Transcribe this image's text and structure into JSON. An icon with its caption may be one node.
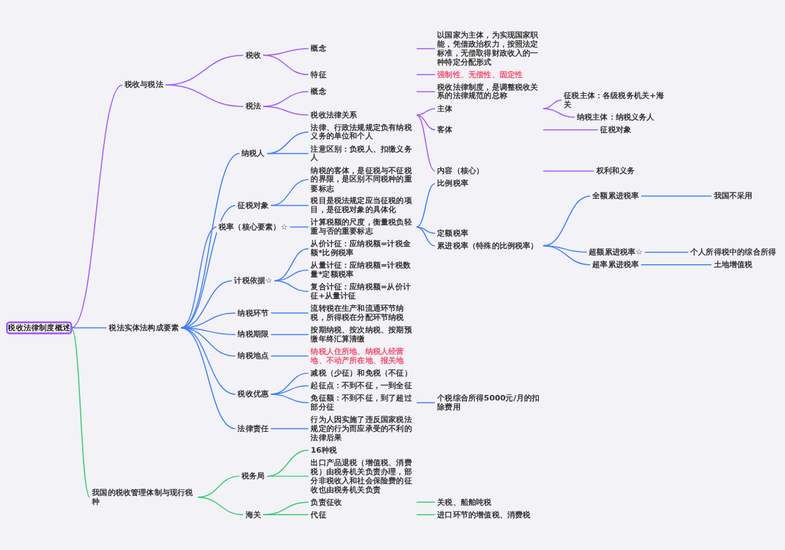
{
  "diagram": {
    "nodes": [
      {
        "text": [
          "税收法律制度概述"
        ]
      },
      {
        "text": [
          "税收与税法"
        ]
      },
      {
        "text": [
          "税收"
        ]
      },
      {
        "text": [
          "概念"
        ]
      },
      {
        "text": [
          "以国家为主体，为实现国家职能，凭借政治权力，按照法定标准，无偿取得财政收入的一种特定分配形式"
        ]
      },
      {
        "text": [
          "特征"
        ]
      },
      {
        "text": [
          "强制性、无偿性、固定性"
        ]
      },
      {
        "text": [
          "税法"
        ]
      },
      {
        "text": [
          "概念"
        ]
      },
      {
        "text": [
          "税收法律制度，是调整税收关系的法律规范的总称"
        ]
      },
      {
        "text": [
          "税收法律关系"
        ]
      },
      {
        "text": [
          "主体"
        ]
      },
      {
        "text": [
          "征税主体：各级税务机关+海关"
        ]
      },
      {
        "text": [
          "纳税主体：纳税义务人"
        ]
      },
      {
        "text": [
          "客体"
        ]
      },
      {
        "text": [
          "征税对象"
        ]
      },
      {
        "text": [
          "内容（核心）"
        ]
      },
      {
        "text": [
          "权利和义务"
        ]
      },
      {
        "text": [
          "税法实体法构成要素"
        ]
      },
      {
        "text": [
          "纳税人"
        ]
      },
      {
        "text": [
          "法律、行政法规规定负有纳税义务的单位和个人"
        ]
      },
      {
        "text": [
          "注意区别：负税人、扣缴义务人"
        ]
      },
      {
        "text": [
          "征税对象"
        ]
      },
      {
        "text": [
          "纳税的客体，是征税与不征税的界限，是区别不同税种的重要标志"
        ]
      },
      {
        "text": [
          "税目是税法规定应当征税的项目，是征税对象的具体化"
        ]
      },
      {
        "text": [
          "税率（核心要素）☆"
        ]
      },
      {
        "text": [
          "计算税额的尺度，衡量税负轻重与否的重要标志"
        ]
      },
      {
        "text": [
          "比例税率"
        ]
      },
      {
        "text": [
          "定额税率"
        ]
      },
      {
        "text": [
          "累进税率（特殊的比例税率）"
        ]
      },
      {
        "text": [
          "全额累进税率"
        ]
      },
      {
        "text": [
          "我国不采用"
        ]
      },
      {
        "text": [
          "超额累进税率☆"
        ]
      },
      {
        "text": [
          "个人所得税中的综合所得"
        ]
      },
      {
        "text": [
          "超率累进税率"
        ]
      },
      {
        "text": [
          "土地增值税"
        ]
      },
      {
        "text": [
          "计税依据☆"
        ]
      },
      {
        "text": [
          "从价计征：应纳税额=计税金额*比例税率"
        ]
      },
      {
        "text": [
          "从量计征：应纳税额=计税数量*定额税率"
        ]
      },
      {
        "text": [
          "复合计征：应纳税额=从价计征+从量计征"
        ]
      },
      {
        "text": [
          "纳税环节"
        ]
      },
      {
        "text": [
          "流转税在生产和流通环节纳税，所得税在分配环节纳税"
        ]
      },
      {
        "text": [
          "纳税期限"
        ]
      },
      {
        "text": [
          "按期纳税、按次纳税、按期预缴年终汇算清缴"
        ]
      },
      {
        "text": [
          "纳税地点"
        ]
      },
      {
        "text": [
          "纳税人住所地、纳税人经营地、不动产所在地、报关地"
        ]
      },
      {
        "text": [
          "税收优惠"
        ]
      },
      {
        "text": [
          "减税（少征）和免税（不征）"
        ]
      },
      {
        "text": [
          "起征点：不到不征，一到全征"
        ]
      },
      {
        "text": [
          "免征额：不到不征，到了超过部分征"
        ]
      },
      {
        "text": [
          "个税综合所得5000元/月的扣除费用"
        ]
      },
      {
        "text": [
          "法律责任"
        ]
      },
      {
        "text": [
          "行为人因实施了违反国家税法规定的行为而应承受的不利的法律后果"
        ]
      },
      {
        "text": [
          "我国的税收管理体制与现行税种"
        ]
      },
      {
        "text": [
          "税务局"
        ]
      },
      {
        "text": [
          "16种税"
        ]
      },
      {
        "text": [
          "出口产品退税（增值税、消费税）由税务机关负责办理，部分非税收入和社会保险费的征收也由税务机关负责"
        ]
      },
      {
        "text": [
          "海关"
        ]
      },
      {
        "text": [
          "负责征收"
        ]
      },
      {
        "text": [
          "关税、船舶吨税"
        ]
      },
      {
        "text": [
          "代征"
        ]
      },
      {
        "text": [
          "进口环节的增值税、消费税"
        ]
      }
    ],
    "edges": [
      {
        "from": 0,
        "to": 1,
        "arrow": "none",
        "color": "#a259ff"
      },
      {
        "from": 1,
        "to": 2,
        "arrow": "none",
        "color": "#a259ff"
      },
      {
        "from": 2,
        "to": 3,
        "arrow": "none",
        "color": "#a259ff"
      },
      {
        "from": 3,
        "to": 4,
        "arrow": "none",
        "color": "#a259ff"
      },
      {
        "from": 2,
        "to": 5,
        "arrow": "none",
        "color": "#a259ff"
      },
      {
        "from": 5,
        "to": 6,
        "arrow": "none",
        "color": "#a259ff"
      },
      {
        "from": 1,
        "to": 7,
        "arrow": "none",
        "color": "#a259ff"
      },
      {
        "from": 7,
        "to": 8,
        "arrow": "none",
        "color": "#a259ff"
      },
      {
        "from": 8,
        "to": 9,
        "arrow": "none",
        "color": "#a259ff"
      },
      {
        "from": 7,
        "to": 10,
        "arrow": "none",
        "color": "#a259ff"
      },
      {
        "from": 10,
        "to": 11,
        "arrow": "none",
        "color": "#a259ff"
      },
      {
        "from": 11,
        "to": 12,
        "arrow": "none",
        "color": "#a259ff"
      },
      {
        "from": 11,
        "to": 13,
        "arrow": "none",
        "color": "#a259ff"
      },
      {
        "from": 10,
        "to": 14,
        "arrow": "none",
        "color": "#a259ff"
      },
      {
        "from": 14,
        "to": 15,
        "arrow": "none",
        "color": "#a259ff"
      },
      {
        "from": 10,
        "to": 16,
        "arrow": "none",
        "color": "#a259ff"
      },
      {
        "from": 16,
        "to": 17,
        "arrow": "none",
        "color": "#a259ff"
      },
      {
        "from": 0,
        "to": 18,
        "arrow": "none"
      },
      {
        "from": 18,
        "to": 19,
        "arrow": "none"
      },
      {
        "from": 19,
        "to": 20,
        "arrow": "none"
      },
      {
        "from": 19,
        "to": 21,
        "arrow": "none"
      },
      {
        "from": 18,
        "to": 22,
        "arrow": "none"
      },
      {
        "from": 22,
        "to": 23,
        "arrow": "none"
      },
      {
        "from": 22,
        "to": 24,
        "arrow": "none"
      },
      {
        "from": 18,
        "to": 25,
        "arrow": "none"
      },
      {
        "from": 25,
        "to": 26,
        "arrow": "none"
      },
      {
        "from": 26,
        "to": 27,
        "arrow": "none"
      },
      {
        "from": 26,
        "to": 28,
        "arrow": "none"
      },
      {
        "from": 26,
        "to": 29,
        "arrow": "none"
      },
      {
        "from": 29,
        "to": 30,
        "arrow": "none"
      },
      {
        "from": 30,
        "to": 31,
        "arrow": "none"
      },
      {
        "from": 29,
        "to": 32,
        "arrow": "none"
      },
      {
        "from": 32,
        "to": 33,
        "arrow": "none"
      },
      {
        "from": 29,
        "to": 34,
        "arrow": "none"
      },
      {
        "from": 34,
        "to": 35,
        "arrow": "none"
      },
      {
        "from": 18,
        "to": 36,
        "arrow": "none"
      },
      {
        "from": 36,
        "to": 37,
        "arrow": "none"
      },
      {
        "from": 36,
        "to": 38,
        "arrow": "none"
      },
      {
        "from": 36,
        "to": 39,
        "arrow": "none"
      },
      {
        "from": 18,
        "to": 40,
        "arrow": "none"
      },
      {
        "from": 40,
        "to": 41,
        "arrow": "none"
      },
      {
        "from": 18,
        "to": 42,
        "arrow": "none"
      },
      {
        "from": 42,
        "to": 43,
        "arrow": "none"
      },
      {
        "from": 18,
        "to": 44,
        "arrow": "none"
      },
      {
        "from": 44,
        "to": 45,
        "arrow": "none"
      },
      {
        "from": 18,
        "to": 46,
        "arrow": "none"
      },
      {
        "from": 46,
        "to": 47,
        "arrow": "none"
      },
      {
        "from": 46,
        "to": 48,
        "arrow": "none"
      },
      {
        "from": 46,
        "to": 49,
        "arrow": "none"
      },
      {
        "from": 49,
        "to": 50,
        "arrow": "none"
      },
      {
        "from": 18,
        "to": 51,
        "arrow": "none"
      },
      {
        "from": 51,
        "to": 52,
        "arrow": "none"
      },
      {
        "from": 0,
        "to": 53,
        "arrow": "none",
        "color": "#2ecc71"
      },
      {
        "from": 53,
        "to": 54,
        "arrow": "none",
        "color": "#2ecc71"
      },
      {
        "from": 54,
        "to": 55,
        "arrow": "none",
        "color": "#2ecc71"
      },
      {
        "from": 54,
        "to": 56,
        "arrow": "none",
        "color": "#2ecc71"
      },
      {
        "from": 53,
        "to": 57,
        "arrow": "none",
        "color": "#2ecc71"
      },
      {
        "from": 57,
        "to": 58,
        "arrow": "none",
        "color": "#2ecc71"
      },
      {
        "from": 58,
        "to": 59,
        "arrow": "none",
        "color": "#2ecc71"
      },
      {
        "from": 57,
        "to": 60,
        "arrow": "none",
        "color": "#2ecc71"
      },
      {
        "from": 60,
        "to": 61,
        "arrow": "none",
        "color": "#2ecc71"
      }
    ]
  }
}
